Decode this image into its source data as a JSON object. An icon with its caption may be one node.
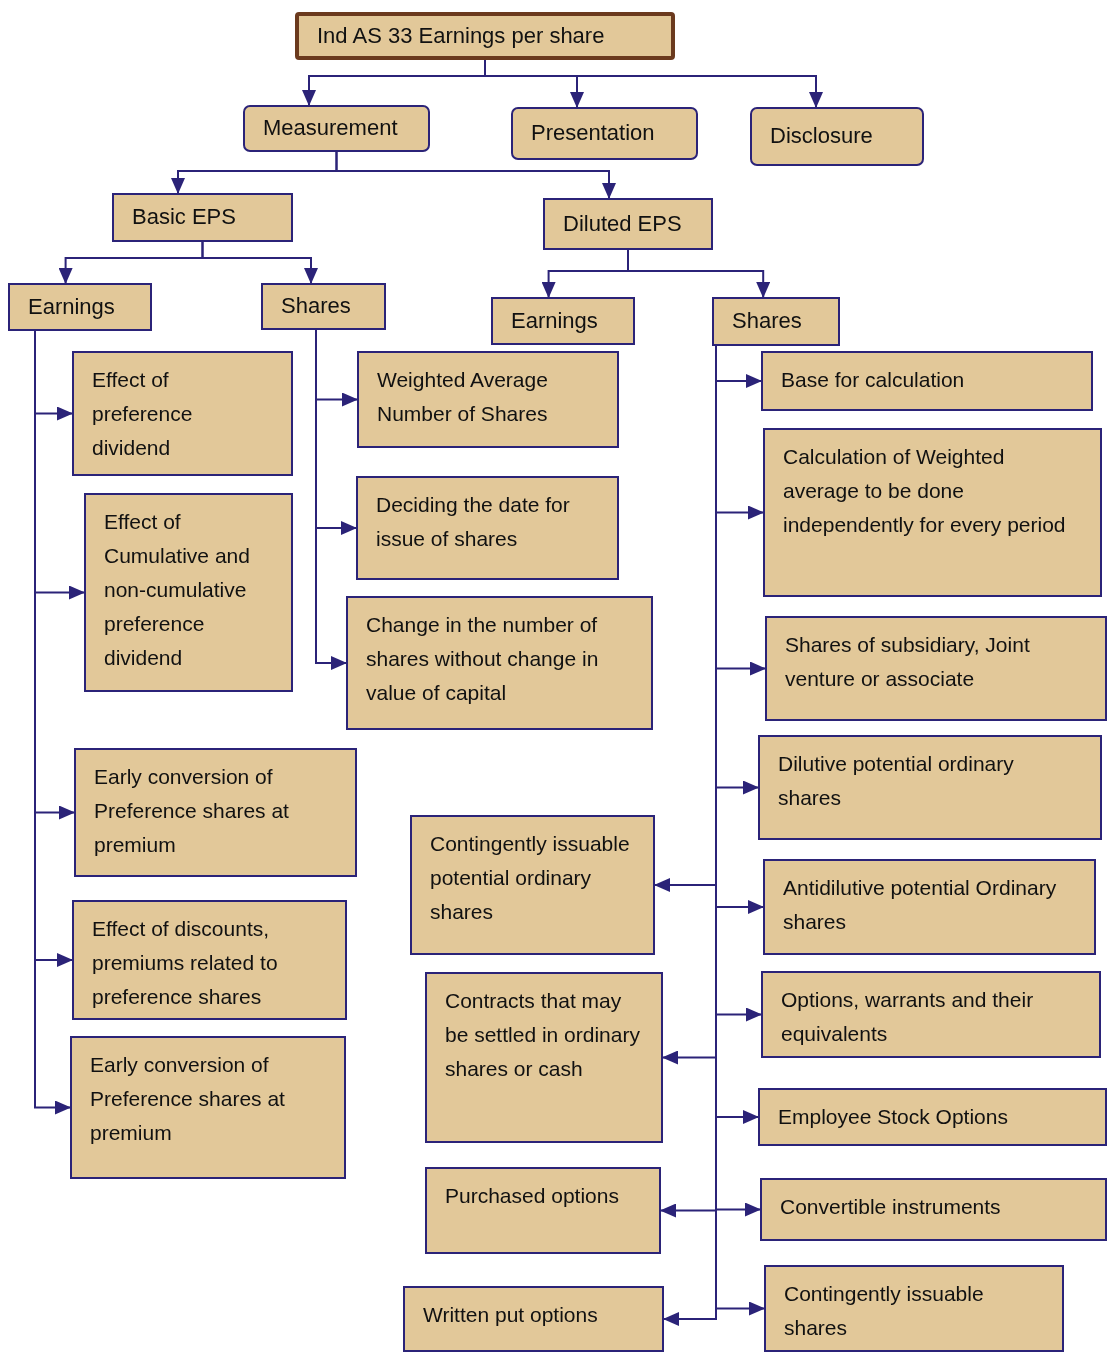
{
  "diagram": {
    "nodes": [
      {
        "text": [
          "Ind AS 33 Earnings per share"
        ]
      },
      {
        "text": [
          "Measurement"
        ]
      },
      {
        "text": [
          "Presentation"
        ]
      },
      {
        "text": [
          "Disclosure"
        ]
      },
      {
        "text": [
          "Basic EPS"
        ]
      },
      {
        "text": [
          "Diluted EPS"
        ]
      },
      {
        "text": [
          "Earnings"
        ]
      },
      {
        "text": [
          "Shares"
        ]
      },
      {
        "text": [
          "Earnings"
        ]
      },
      {
        "text": [
          "Shares"
        ]
      },
      {
        "text": [
          "Effect of preference dividend"
        ]
      },
      {
        "text": [
          "Effect of Cumulative and non-cumulative preference dividend"
        ]
      },
      {
        "text": [
          "Early conversion of Preference shares at premium"
        ]
      },
      {
        "text": [
          "Effect of discounts, premiums related to preference shares"
        ]
      },
      {
        "text": [
          "Early conversion of Preference shares at premium"
        ]
      },
      {
        "text": [
          "Weighted Average Number of Shares"
        ]
      },
      {
        "text": [
          "Deciding the date for issue of shares"
        ]
      },
      {
        "text": [
          "Change in the number of shares without change in value of capital"
        ]
      },
      {
        "text": [
          "Base for calculation"
        ]
      },
      {
        "text": [
          "Calculation of Weighted average to be done independently for every period"
        ]
      },
      {
        "text": [
          "Shares of subsidiary, Joint venture or associate"
        ]
      },
      {
        "text": [
          "Dilutive potential ordinary shares"
        ]
      },
      {
        "text": [
          "Contingently issuable potential ordinary shares"
        ]
      },
      {
        "text": [
          "Antidilutive potential Ordinary shares"
        ]
      },
      {
        "text": [
          "Contracts that may be settled in ordinary shares or cash"
        ]
      },
      {
        "text": [
          "Options, warrants and their equivalents"
        ]
      },
      {
        "text": [
          "Employee Stock Options"
        ]
      },
      {
        "text": [
          "Purchased options"
        ]
      },
      {
        "text": [
          "Convertible instruments"
        ]
      },
      {
        "text": [
          "Written put options"
        ]
      },
      {
        "text": [
          "Contingently issuable shares"
        ]
      }
    ],
    "edges": [
      {
        "from": 0,
        "to": 1,
        "arrow": "to"
      },
      {
        "from": 0,
        "to": 2,
        "arrow": "to"
      },
      {
        "from": 0,
        "to": 3,
        "arrow": "to"
      },
      {
        "from": 1,
        "to": 4,
        "arrow": "to"
      },
      {
        "from": 1,
        "to": 5,
        "arrow": "to"
      },
      {
        "from": 4,
        "to": 6,
        "arrow": "to"
      },
      {
        "from": 4,
        "to": 7,
        "arrow": "to"
      },
      {
        "from": 5,
        "to": 8,
        "arrow": "to"
      },
      {
        "from": 5,
        "to": 9,
        "arrow": "to"
      },
      {
        "from": 6,
        "to": 10,
        "arrow": "to"
      },
      {
        "from": 6,
        "to": 11,
        "arrow": "to"
      },
      {
        "from": 6,
        "to": 12,
        "arrow": "to"
      },
      {
        "from": 6,
        "to": 13,
        "arrow": "to"
      },
      {
        "from": 6,
        "to": 14,
        "arrow": "to"
      },
      {
        "from": 7,
        "to": 15,
        "arrow": "to"
      },
      {
        "from": 7,
        "to": 16,
        "arrow": "to"
      },
      {
        "from": 7,
        "to": 17,
        "arrow": "to"
      },
      {
        "from": 9,
        "to": 18,
        "arrow": "to"
      },
      {
        "from": 9,
        "to": 19,
        "arrow": "to"
      },
      {
        "from": 9,
        "to": 20,
        "arrow": "to"
      },
      {
        "from": 9,
        "to": 21,
        "arrow": "to"
      },
      {
        "from": 9,
        "to": 22,
        "arrow": "to"
      },
      {
        "from": 9,
        "to": 23,
        "arrow": "to"
      },
      {
        "from": 9,
        "to": 24,
        "arrow": "to"
      },
      {
        "from": 9,
        "to": 25,
        "arrow": "to"
      },
      {
        "from": 9,
        "to": 26,
        "arrow": "to"
      },
      {
        "from": 9,
        "to": 27,
        "arrow": "to"
      },
      {
        "from": 9,
        "to": 28,
        "arrow": "to"
      },
      {
        "from": 9,
        "to": 29,
        "arrow": "to"
      },
      {
        "from": 9,
        "to": 30,
        "arrow": "to"
      }
    ]
  }
}
